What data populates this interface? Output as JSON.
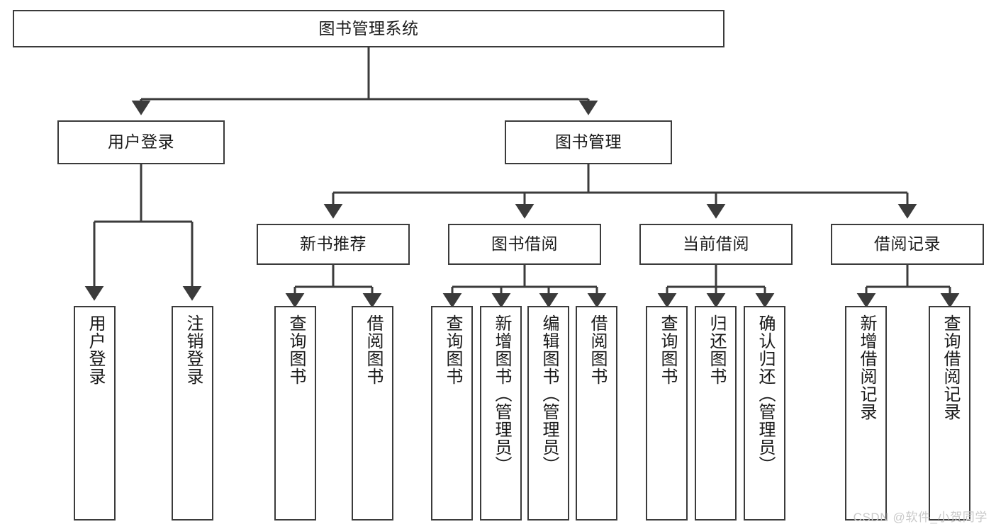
{
  "diagram": {
    "type": "tree-hierarchy-chart",
    "title_node": "图书管理系统",
    "watermark": "CSDN @软件_小贺同学",
    "colors": {
      "box_border": "#3b3b3b",
      "connector": "#3b3b3b",
      "text": "#1a1a1a",
      "background": "#ffffff",
      "watermark": "#c9c9c9"
    },
    "levels": {
      "level1": [
        {
          "id": "root",
          "label": "图书管理系统",
          "orientation": "horizontal"
        }
      ],
      "level2": [
        {
          "id": "user-login",
          "label": "用户登录",
          "orientation": "horizontal"
        },
        {
          "id": "book-management",
          "label": "图书管理",
          "orientation": "horizontal"
        }
      ],
      "level3": [
        {
          "id": "new-book-recommend",
          "label": "新书推荐",
          "orientation": "horizontal"
        },
        {
          "id": "book-borrow",
          "label": "图书借阅",
          "orientation": "horizontal"
        },
        {
          "id": "current-borrow",
          "label": "当前借阅",
          "orientation": "horizontal"
        },
        {
          "id": "borrow-record",
          "label": "借阅记录",
          "orientation": "horizontal"
        }
      ],
      "level4": [
        {
          "id": "leaf-user-login",
          "label": "用户登录",
          "parent": "user-login",
          "orientation": "vertical"
        },
        {
          "id": "leaf-logout",
          "label": "注销登录",
          "parent": "user-login",
          "orientation": "vertical"
        },
        {
          "id": "leaf-query-book-1",
          "label": "查询图书",
          "parent": "new-book-recommend",
          "orientation": "vertical"
        },
        {
          "id": "leaf-borrow-book-1",
          "label": "借阅图书",
          "parent": "new-book-recommend",
          "orientation": "vertical"
        },
        {
          "id": "leaf-query-book-2",
          "label": "查询图书",
          "parent": "book-borrow",
          "orientation": "vertical"
        },
        {
          "id": "leaf-add-book",
          "label": "新增图书（管理员）",
          "parent": "book-borrow",
          "orientation": "vertical"
        },
        {
          "id": "leaf-edit-book",
          "label": "编辑图书（管理员）",
          "parent": "book-borrow",
          "orientation": "vertical"
        },
        {
          "id": "leaf-borrow-book-2",
          "label": "借阅图书",
          "parent": "book-borrow",
          "orientation": "vertical"
        },
        {
          "id": "leaf-query-book-3",
          "label": "查询图书",
          "parent": "current-borrow",
          "orientation": "vertical"
        },
        {
          "id": "leaf-return-book",
          "label": "归还图书",
          "parent": "current-borrow",
          "orientation": "vertical"
        },
        {
          "id": "leaf-confirm-return",
          "label": "确认归还（管理员）",
          "parent": "current-borrow",
          "orientation": "vertical"
        },
        {
          "id": "leaf-add-record",
          "label": "新增借阅记录",
          "parent": "borrow-record",
          "orientation": "vertical"
        },
        {
          "id": "leaf-query-record",
          "label": "查询借阅记录",
          "parent": "borrow-record",
          "orientation": "vertical"
        }
      ]
    }
  }
}
